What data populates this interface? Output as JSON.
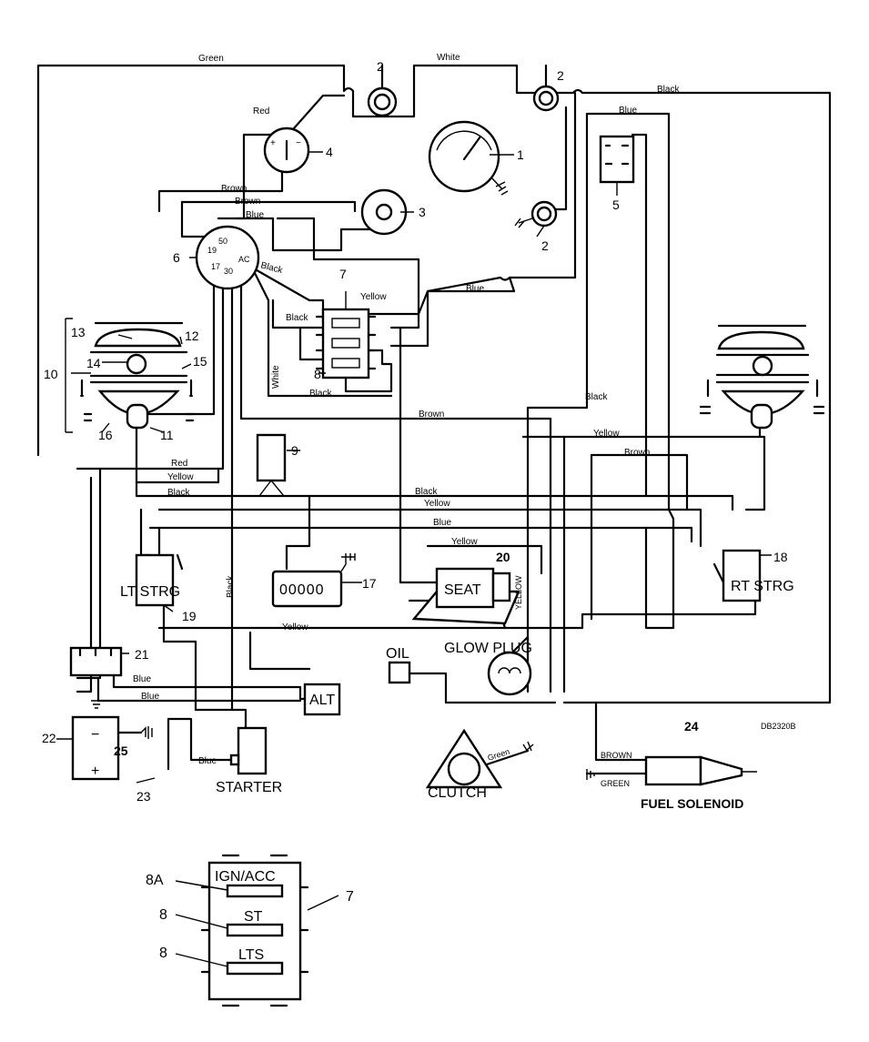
{
  "diagram": {
    "wire_labels": {
      "green": "Green",
      "white_top": "White",
      "black_top": "Black",
      "blue_right": "Blue",
      "red": "Red",
      "brown1": "Brown",
      "brown2": "Brown",
      "blue_left": "Blue",
      "black_switch": "Black",
      "yellow_fuse": "Yellow",
      "blue_mid": "Blue",
      "black_fuse": "Black",
      "black_fuse2": "Black",
      "white_vert": "White",
      "brown_mid": "Brown",
      "black_right": "Black",
      "yellow_right": "Yellow",
      "brown_right": "Brown",
      "red_low": "Red",
      "yellow_low": "Yellow",
      "black_low": "Black",
      "black_bus": "Black",
      "yellow_bus": "Yellow",
      "blue_bus": "Blue",
      "yellow_seat": "Yellow",
      "black_vert": "Black",
      "yellow_bottom": "Yellow",
      "blue_conn1": "Blue",
      "blue_conn2": "Blue",
      "blue_starter": "Blue",
      "green_clutch": "Green",
      "yellow_vert_seat": "YELLOW",
      "brown_fuel": "BROWN",
      "green_fuel": "GREEN"
    },
    "callouts": {
      "n1": "1",
      "n2a": "2",
      "n2b": "2",
      "n2c": "2",
      "n3": "3",
      "n4": "4",
      "n5": "5",
      "n6": "6",
      "n7": "7",
      "n8": "8",
      "n9": "9",
      "n10": "10",
      "n11": "11",
      "n12": "12",
      "n13": "13",
      "n14": "14",
      "n15": "15",
      "n16": "16",
      "n17": "17",
      "n18": "18",
      "n19": "19",
      "n20": "20",
      "n21": "21",
      "n22": "22",
      "n23": "23",
      "n24": "24",
      "n25": "25",
      "ign_50": "50",
      "ign_19": "19",
      "ign_17": "17",
      "ign_30": "30",
      "ign_ac": "AC"
    },
    "components": {
      "lt_strg": "LT STRG",
      "rt_strg": "RT STRG",
      "seat": "SEAT",
      "glow_plug": "GLOW PLUG",
      "oil": "OIL",
      "alt": "ALT",
      "starter": "STARTER",
      "clutch": "CLUTCH",
      "fuel_solenoid": "FUEL SOLENOID",
      "hour_meter": "00000",
      "drawing_code": "DB2320B"
    },
    "fuse_detail": {
      "ign_acc": "IGN/ACC",
      "st": "ST",
      "lts": "LTS",
      "label_8a": "8A",
      "label_8b": "8",
      "label_8c": "8",
      "label_7": "7"
    }
  }
}
